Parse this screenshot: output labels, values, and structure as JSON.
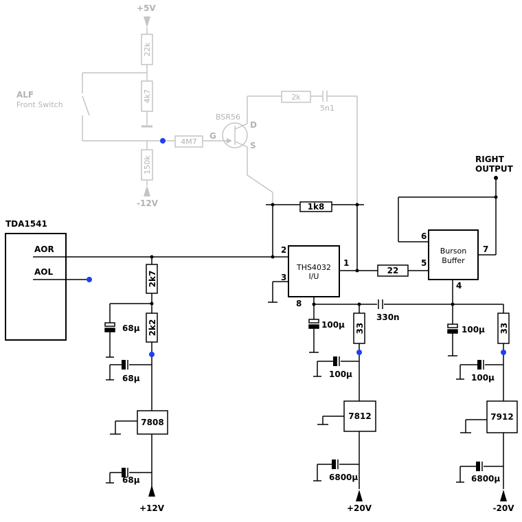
{
  "gray": {
    "p5v": "+5V",
    "r22k": "22k",
    "r4k7": "4k7",
    "alf": "ALF",
    "front_switch": "Front Switch",
    "r150k": "150k",
    "m12v": "-12V",
    "r4m7": "4M7",
    "bsr56": "BSR56",
    "g": "G",
    "d": "D",
    "s": "S",
    "r2k": "2k",
    "c5n1": "5n1"
  },
  "tda": {
    "name": "TDA1541",
    "aor": "AOR",
    "aol": "AOL"
  },
  "left": {
    "r2k7": "2k7",
    "r2k2": "2k2",
    "c68_1": "68µ",
    "c68_2": "68µ",
    "c68_3": "68µ",
    "reg": "7808",
    "supply": "+12V"
  },
  "opamp": {
    "name": "THS4032",
    "sub": "I/U",
    "pin2": "2",
    "pin3": "3",
    "pin1": "1",
    "pin8": "8",
    "r1k8": "1k8",
    "r22": "22"
  },
  "mid": {
    "c100_1": "100µ",
    "r33": "33",
    "c100_2": "100µ",
    "reg": "7812",
    "c6800": "6800µ",
    "supply": "+20V",
    "c330n": "330n"
  },
  "buffer": {
    "name": "Burson",
    "sub": "Buffer",
    "pin6": "6",
    "pin5": "5",
    "pin7": "7",
    "pin4": "4"
  },
  "right": {
    "out1": "RIGHT",
    "out2": "OUTPUT",
    "c100_1": "100µ",
    "r33": "33",
    "c100_2": "100µ",
    "reg": "7912",
    "c6800": "6800µ",
    "supply": "-20V"
  }
}
